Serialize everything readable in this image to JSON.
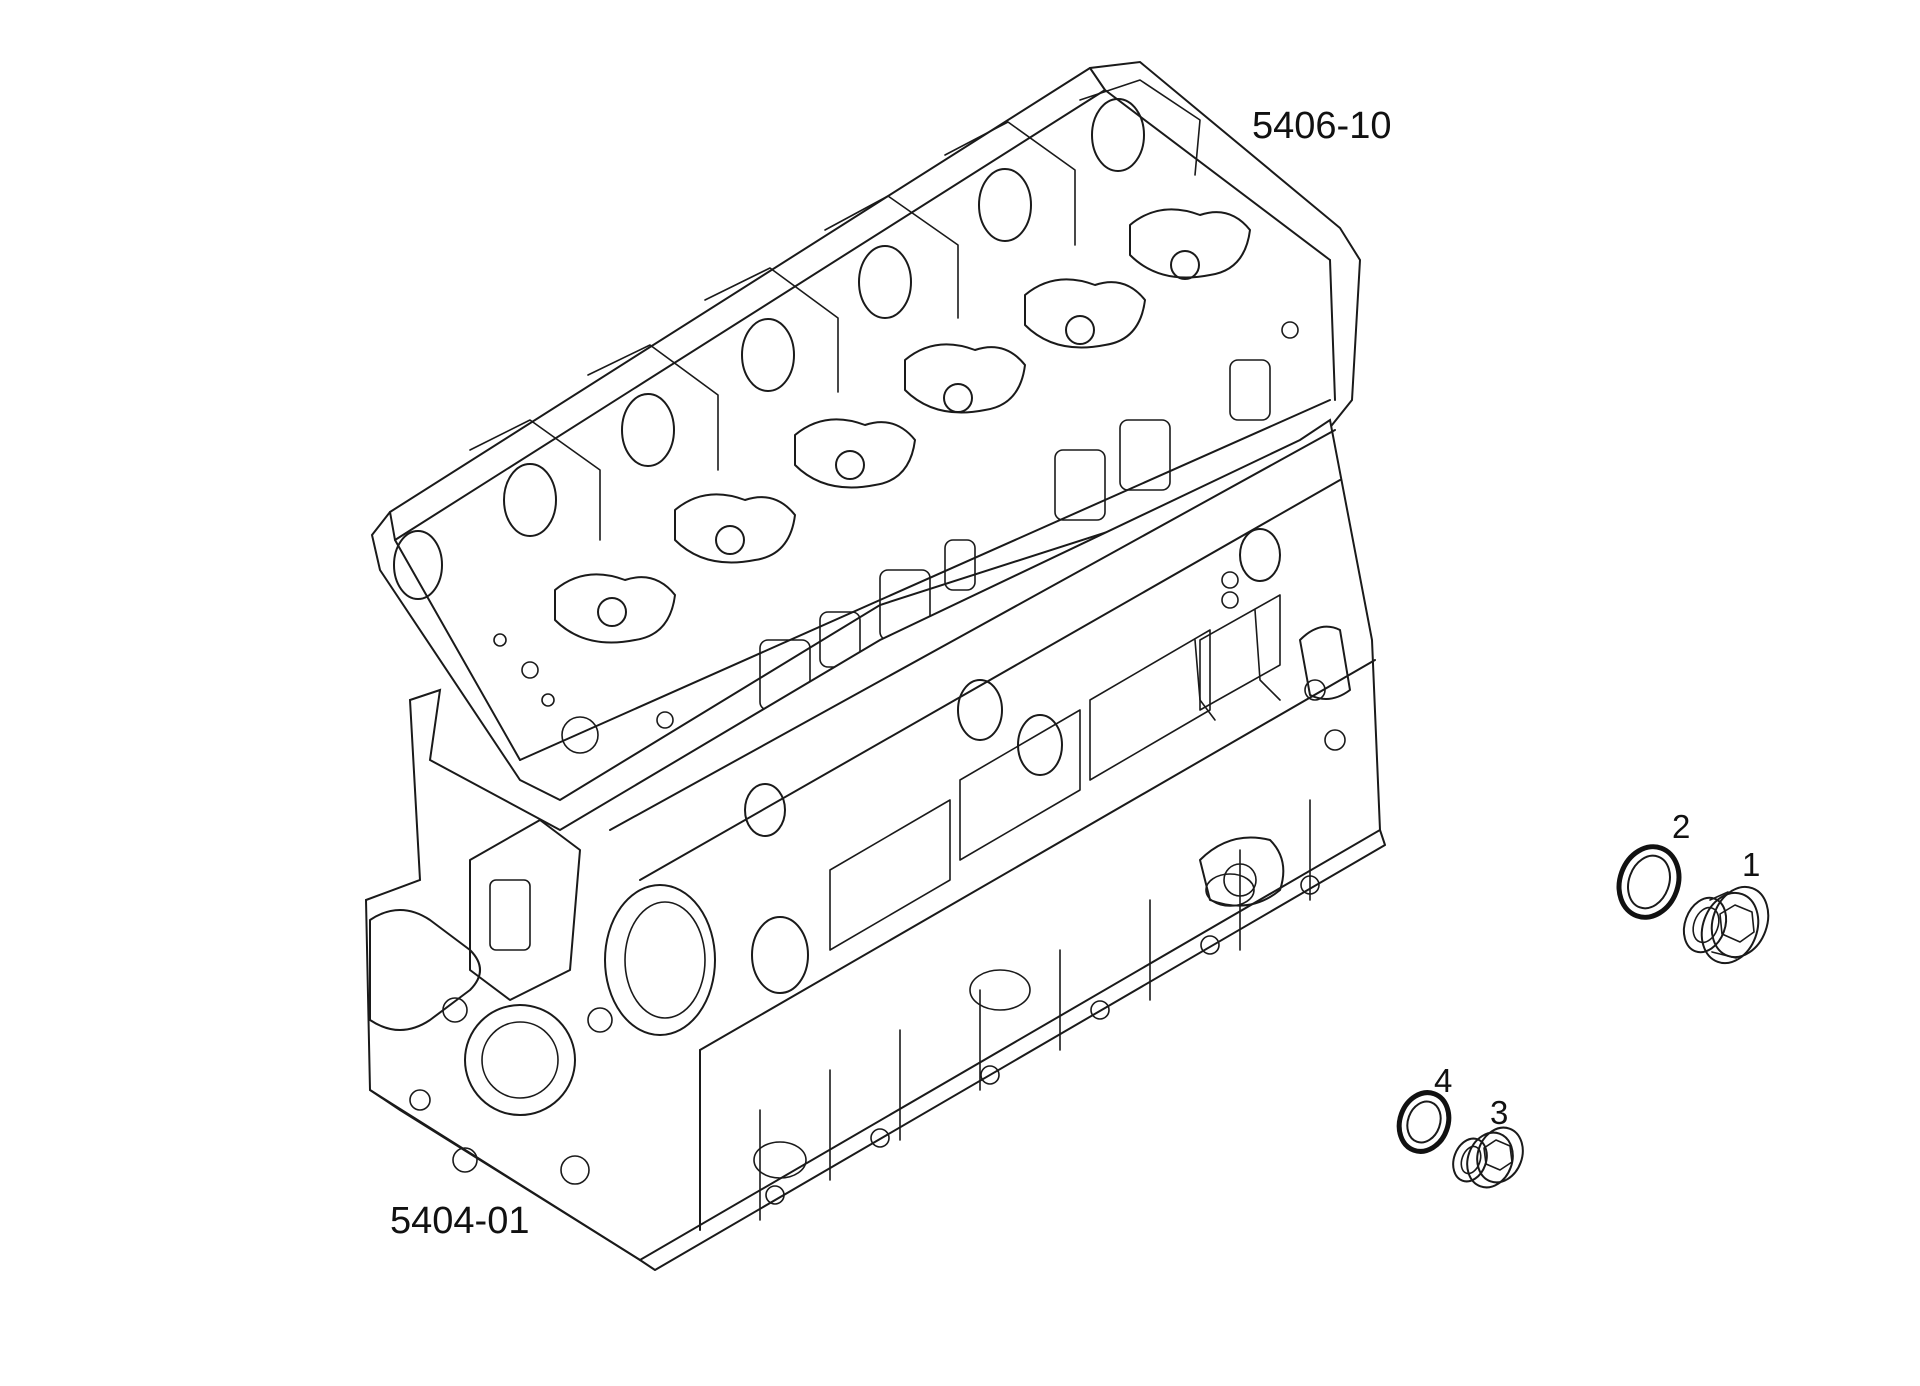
{
  "diagram": {
    "labels": {
      "cylinder_head_ref": "5406-10",
      "crankcase_ref": "5404-01",
      "part_1": "1",
      "part_2": "2",
      "part_3": "3",
      "part_4": "4"
    },
    "parts": [
      {
        "key": "part_1",
        "name": "threaded plug"
      },
      {
        "key": "part_2",
        "name": "sealing ring"
      },
      {
        "key": "part_3",
        "name": "threaded plug"
      },
      {
        "key": "part_4",
        "name": "sealing ring"
      }
    ]
  }
}
